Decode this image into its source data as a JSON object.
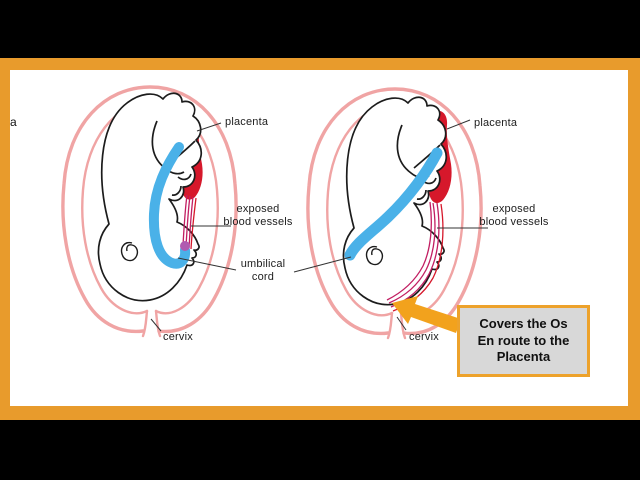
{
  "frame": {
    "letterbox_color": "#000000",
    "border_color": "#E89B2C",
    "paper_color": "#FFFFFF"
  },
  "stray_text": "a",
  "labels": {
    "left": {
      "placenta": "placenta",
      "exposed_line1": "exposed",
      "exposed_line2": "blood vessels",
      "cervix": "cervix"
    },
    "center": {
      "umbilical_line1": "umbilical",
      "umbilical_line2": "cord"
    },
    "right": {
      "placenta": "placenta",
      "exposed_line1": "exposed",
      "exposed_line2": "blood vessels",
      "cervix": "cervix"
    }
  },
  "callout": {
    "line1": "Covers the Os",
    "line2": "En route to the",
    "line3": "Placenta",
    "fill_color": "#D8D8D8",
    "border_color": "#EDA22B",
    "arrow_color": "#F2A21D"
  },
  "colors": {
    "uterus_wall": "#F0A4A4",
    "placenta_red": "#D6182B",
    "cord_blue": "#4AB1E8",
    "cord_tip_purple": "#B05BB0",
    "vessel_crimson": "#C21E62",
    "line_black": "#1c1c1c"
  }
}
